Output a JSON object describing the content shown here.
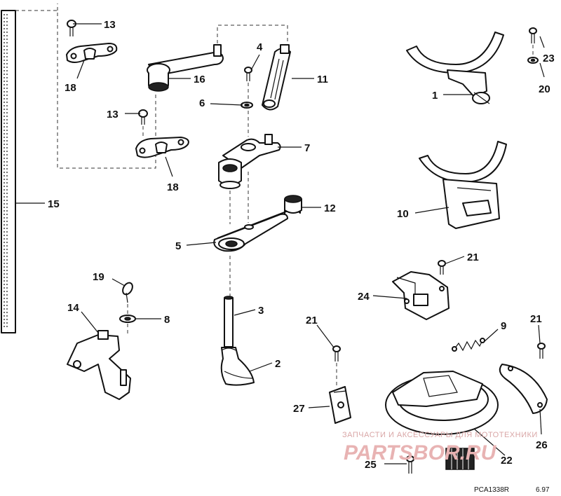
{
  "callouts": {
    "c1": "1",
    "c2": "2",
    "c3": "3",
    "c4": "4",
    "c5": "5",
    "c6": "6",
    "c7": "7",
    "c8": "8",
    "c9": "9",
    "c10": "10",
    "c11": "11",
    "c12": "12",
    "c13a": "13",
    "c13b": "13",
    "c14": "14",
    "c15": "15",
    "c16": "16",
    "c18a": "18",
    "c18b": "18",
    "c19": "19",
    "c20": "20",
    "c21a": "21",
    "c21b": "21",
    "c21c": "21",
    "c22": "22",
    "c23": "23",
    "c24": "24",
    "c25": "25",
    "c26": "26",
    "c27": "27"
  },
  "watermark": {
    "line1": "ЗАПЧАСТИ И АКСЕССУАРЫ ДЛЯ МОТОТЕХНИКИ",
    "line2": "PARTSBOR.RU"
  },
  "footer": {
    "code": "PCA1338R",
    "date": "6.97"
  }
}
